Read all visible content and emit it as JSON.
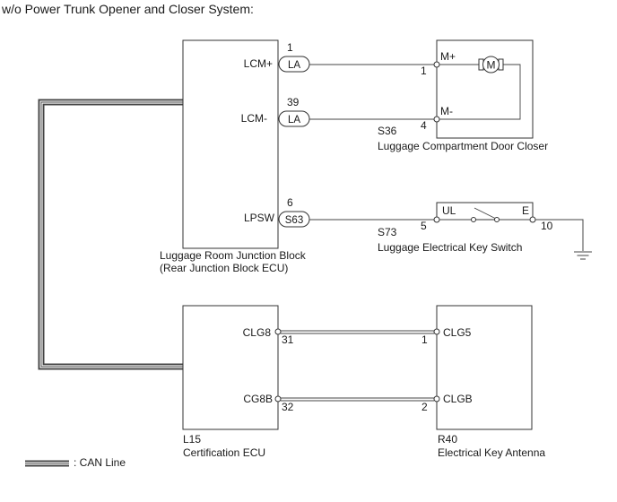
{
  "title": "w/o Power Trunk Opener and Closer System:",
  "components": {
    "junction_block": {
      "name_line1": "Luggage Room Junction Block",
      "name_line2": "(Rear Junction Block ECU)",
      "terminals": {
        "lcm_plus": "LCM+",
        "lcm_minus": "LCM-",
        "lpsw": "LPSW"
      },
      "connectors": {
        "lcm_plus": "LA",
        "lcm_minus": "LA",
        "lpsw": "S63"
      },
      "pins": {
        "lcm_plus": "1",
        "lcm_minus": "39",
        "lpsw": "6"
      }
    },
    "door_closer": {
      "code": "S36",
      "name": "Luggage Compartment Door Closer",
      "terminals": {
        "m_plus": "M+",
        "m_minus": "M-"
      },
      "pins": {
        "m_plus": "1",
        "m_minus": "4"
      },
      "motor_symbol": "M"
    },
    "key_switch": {
      "code": "S73",
      "name": "Luggage Electrical Key Switch",
      "terminals": {
        "ul": "UL",
        "e": "E"
      },
      "pins": {
        "ul": "5",
        "e": "10"
      }
    },
    "certification_ecu": {
      "code": "L15",
      "name": "Certification ECU",
      "terminals": {
        "clg8": "CLG8",
        "cg8b": "CG8B"
      },
      "pins": {
        "clg8": "31",
        "cg8b": "32"
      }
    },
    "key_antenna": {
      "code": "R40",
      "name": "Electrical Key Antenna",
      "terminals": {
        "clg5": "CLG5",
        "clgb": "CLGB"
      },
      "pins": {
        "clg5": "1",
        "clgb": "2"
      }
    }
  },
  "legend": {
    "can_line": ": CAN Line"
  }
}
